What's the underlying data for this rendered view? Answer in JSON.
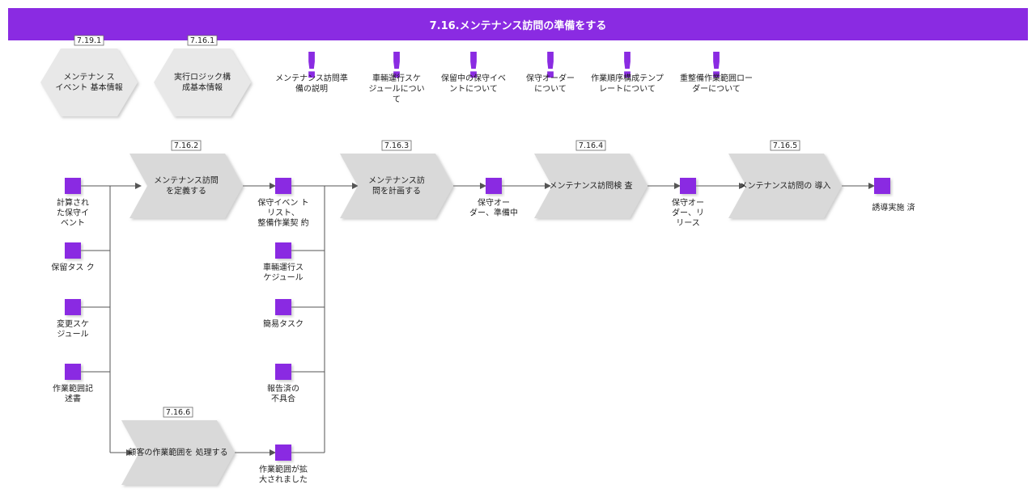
{
  "title": "7.16.メンテナンス訪問の準備をする",
  "colors": {
    "accent": "#8a2be2",
    "shape_fill": "#d9d9d9",
    "hex_fill": "#e8e8e8",
    "line": "#555555"
  },
  "hexagons": [
    {
      "id": "hex-1",
      "number": "7.19.1",
      "lines": [
        "メンテナン ス",
        "イベント 基本情報"
      ]
    },
    {
      "id": "hex-2",
      "number": "7.16.1",
      "lines": [
        "実行ロジック構",
        "成基本情報"
      ]
    }
  ],
  "notes": [
    {
      "id": "note-1",
      "lines": [
        "メンテナンス訪問準",
        "備の説明"
      ]
    },
    {
      "id": "note-2",
      "lines": [
        "車輛運行スケ",
        "ジュールについ",
        "て"
      ]
    },
    {
      "id": "note-3",
      "lines": [
        "保留中の保守イベ",
        "ントについて"
      ]
    },
    {
      "id": "note-4",
      "lines": [
        "保守オーダー",
        "について"
      ]
    },
    {
      "id": "note-5",
      "lines": [
        "作業順序構成テンプ",
        "レートについて"
      ]
    },
    {
      "id": "note-6",
      "lines": [
        "重整備作業範囲ロー",
        "ダーについて"
      ]
    }
  ],
  "processes": [
    {
      "id": "p-7162",
      "number": "7.16.2",
      "lines": [
        "メンテナンス訪問",
        "を定義する"
      ]
    },
    {
      "id": "p-7163",
      "number": "7.16.3",
      "lines": [
        "メンテナンス訪",
        "問を計画する"
      ]
    },
    {
      "id": "p-7164",
      "number": "7.16.4",
      "lines": [
        "メンテナンス訪問検 査"
      ]
    },
    {
      "id": "p-7165",
      "number": "7.16.5",
      "lines": [
        "メンテナンス訪問の 導入"
      ]
    },
    {
      "id": "p-7166",
      "number": "7.16.6",
      "lines": [
        "顧客の作業範囲を 処理する"
      ]
    }
  ],
  "objects": [
    {
      "id": "o-calc",
      "lines": [
        "計算され",
        "た保守イ",
        "ベント"
      ]
    },
    {
      "id": "o-hold",
      "lines": [
        "保留タス ク"
      ]
    },
    {
      "id": "o-change",
      "lines": [
        "変更スケ",
        "ジュール"
      ]
    },
    {
      "id": "o-scope",
      "lines": [
        "作業範囲記",
        "述書"
      ]
    },
    {
      "id": "o-list",
      "lines": [
        "保守イベン ト",
        "リスト、",
        "整備作業契 約"
      ]
    },
    {
      "id": "o-sched",
      "lines": [
        "車輛運行ス",
        "ケジュール"
      ]
    },
    {
      "id": "o-simple",
      "lines": [
        "簡易タスク"
      ]
    },
    {
      "id": "o-report",
      "lines": [
        "報告済の",
        "不具合"
      ]
    },
    {
      "id": "o-expand",
      "lines": [
        "作業範囲が拡",
        "大されました"
      ]
    },
    {
      "id": "o-prep",
      "lines": [
        "保守オー",
        "ダー、準備中"
      ]
    },
    {
      "id": "o-release",
      "lines": [
        "保守オー",
        "ダー、リ",
        "リース"
      ]
    },
    {
      "id": "o-done",
      "lines": [
        "誘導実施 済"
      ]
    }
  ]
}
